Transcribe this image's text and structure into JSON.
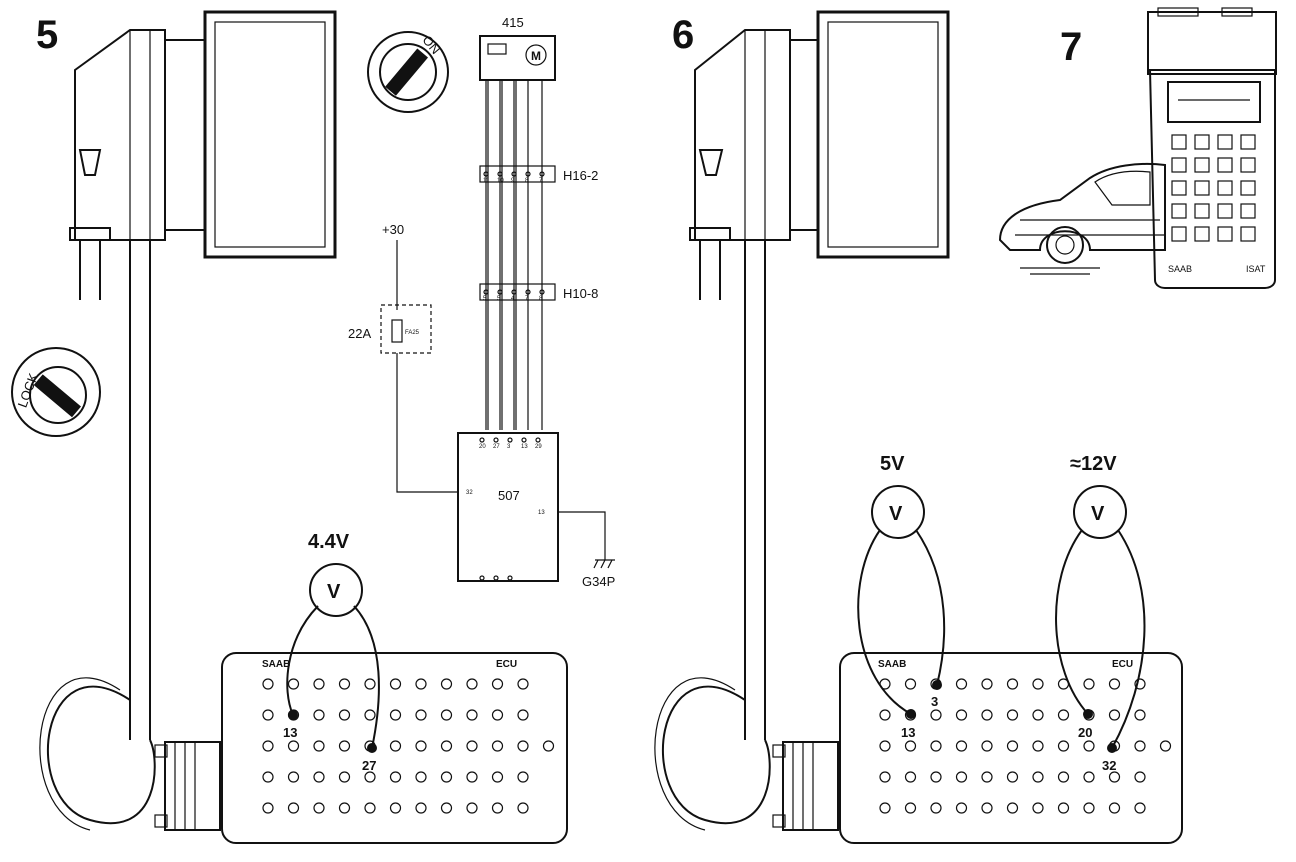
{
  "steps": {
    "step5": "5",
    "step6": "6",
    "step7": "7"
  },
  "ignition": {
    "on_label": "ON",
    "lock_label": "LOCK"
  },
  "wiring": {
    "component_415": "415",
    "connector_h16": "H16-2",
    "connector_h10": "H10-8",
    "supply": "+30",
    "fuse_rating": "22A",
    "fuse_id": "FA25",
    "ecu": "507",
    "ground": "G34P",
    "ecu_pin_32": "32",
    "ecu_pin_13": "13",
    "motor_symbol": "M",
    "h16_pins": [
      "11",
      "10",
      "9",
      "8",
      "7"
    ],
    "h10_pins": [
      "5",
      "5",
      "4",
      "7",
      "8"
    ],
    "ecu_top_pins": [
      "20",
      "27",
      "3",
      "13",
      "29"
    ]
  },
  "meters": {
    "symbol": "V",
    "step5_reading": "4.4V",
    "step6_reading_a": "5V",
    "step6_reading_b": "≈12V"
  },
  "breakout_box": {
    "brand": "SAAB",
    "model": "ECU"
  },
  "pins": {
    "step5_a": "13",
    "step5_b": "27",
    "step6_a": "13",
    "step6_b": "3",
    "step6_c": "20",
    "step6_d": "32"
  },
  "tester": {
    "brand": "SAAB",
    "model": "ISAT"
  },
  "colors": {
    "ink": "#111111",
    "paper": "#ffffff"
  }
}
